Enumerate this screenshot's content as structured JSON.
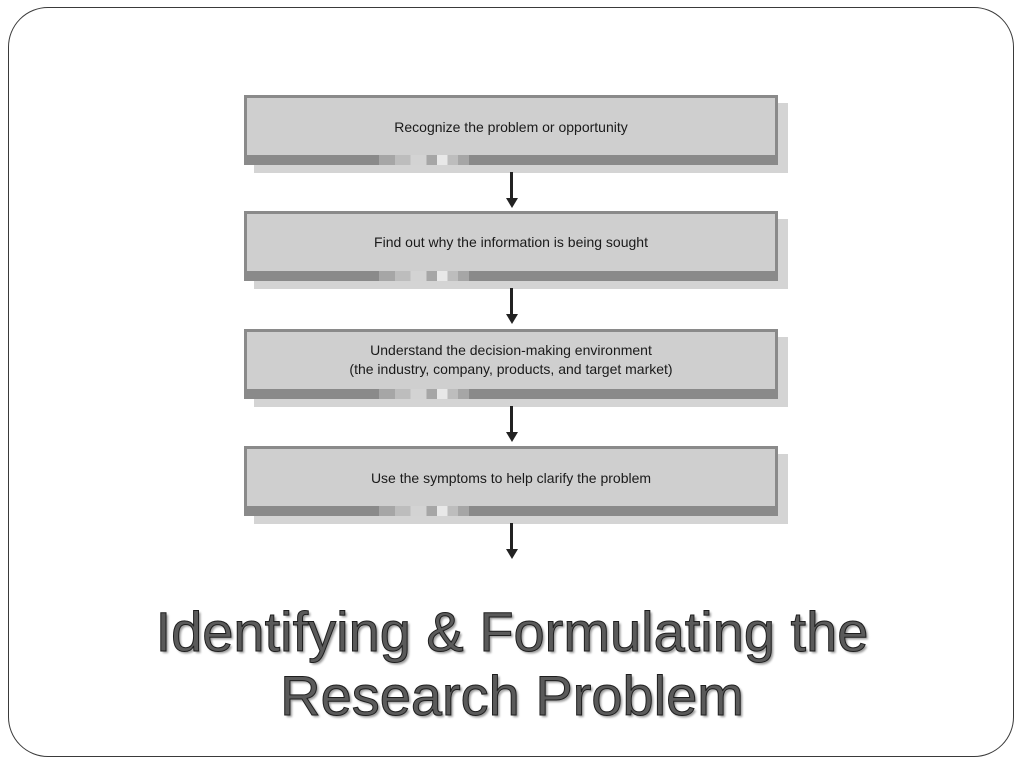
{
  "slide": {
    "title": "Identifying & Formulating the\nResearch Problem"
  },
  "flowchart": {
    "steps": [
      {
        "label": "Recognize the problem or opportunity"
      },
      {
        "label": "Find out why the information is being sought"
      },
      {
        "label": "Understand the decision-making environment\n(the industry, company, products, and target market)"
      },
      {
        "label": "Use the symptoms to help clarify the problem"
      }
    ]
  },
  "colors": {
    "box_fill": "#cfcfcf",
    "box_border": "#8a8a8a",
    "arrow": "#222222",
    "title_fill": "#5a5a5a"
  }
}
